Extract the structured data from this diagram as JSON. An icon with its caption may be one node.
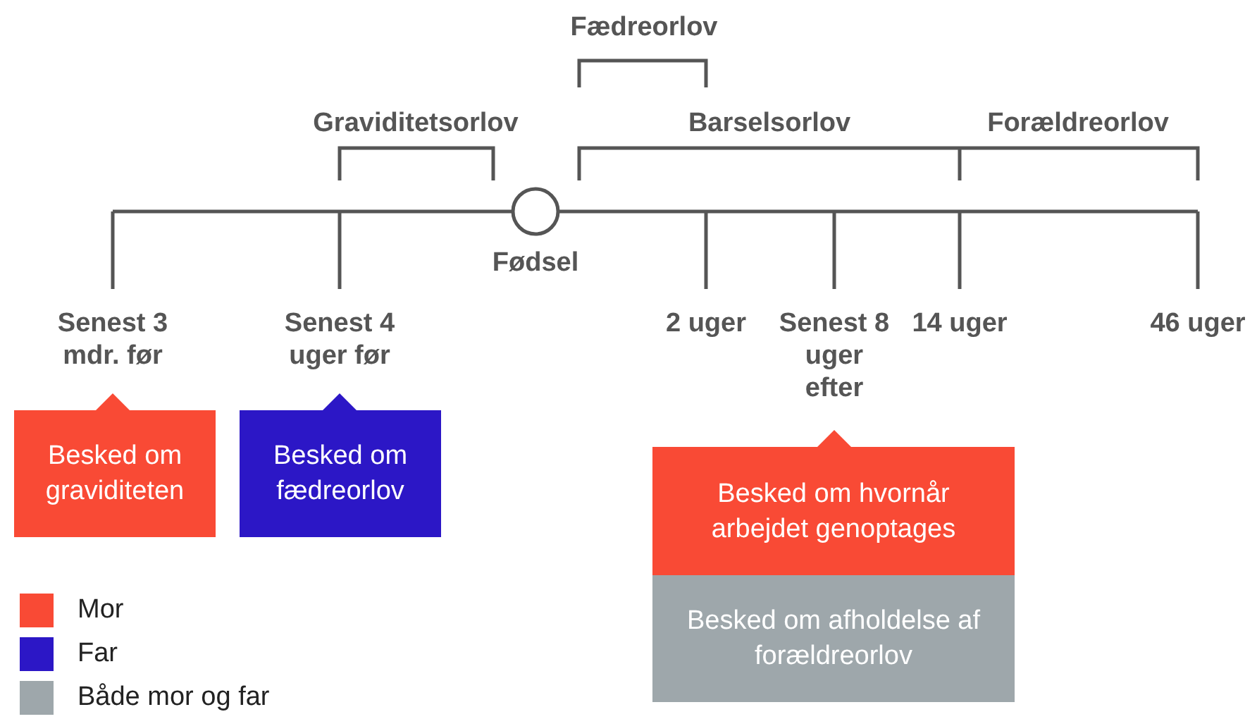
{
  "diagram": {
    "nodes": [
      {
        "text": [
          "Besked om graviditeten"
        ]
      },
      {
        "text": [
          "Besked om fædreorlov"
        ]
      },
      {
        "text": [
          "Besked om hvornår arbejdet genoptages"
        ]
      },
      {
        "text": [
          "Besked om afholdelse af forældreorlov"
        ]
      }
    ],
    "labels": [
      "Fædreorlov",
      "Graviditetsorlov",
      "Barselsorlov",
      "Forældreorlov",
      "Fødsel",
      "Senest 3 mdr. før",
      "Senest 4 uger før",
      "2 uger",
      "Senest 8 uger efter",
      "14 uger",
      "46 uger"
    ],
    "legend": [
      {
        "text": "Mor",
        "color": "#f94a35"
      },
      {
        "text": "Far",
        "color": "#2c17c6"
      },
      {
        "text": "Både mor og far",
        "color": "#9ea7ab"
      }
    ]
  }
}
